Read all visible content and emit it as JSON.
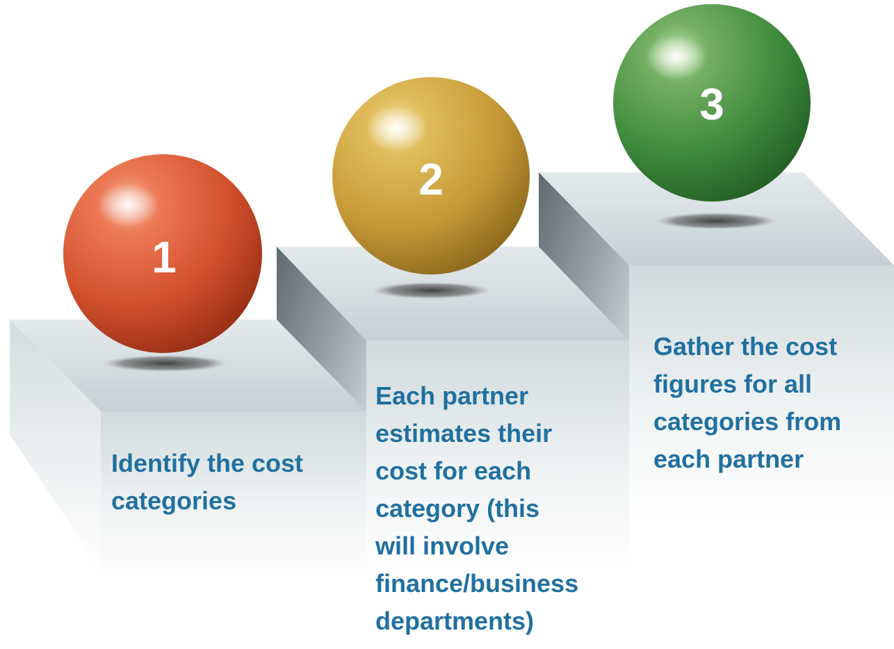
{
  "steps": [
    {
      "number": "1",
      "text": "Identify the cost\ncategories",
      "color": "#d9522e"
    },
    {
      "number": "2",
      "text": "Each partner\nestimates their\ncost for each\ncategory (this\nwill involve\nfinance/business\ndepartments)",
      "color": "#c9a03a"
    },
    {
      "number": "3",
      "text": "Gather the cost\nfigures for all\ncategories from\neach partner",
      "color": "#3f8a3c"
    }
  ],
  "text_color": "#2070a0"
}
